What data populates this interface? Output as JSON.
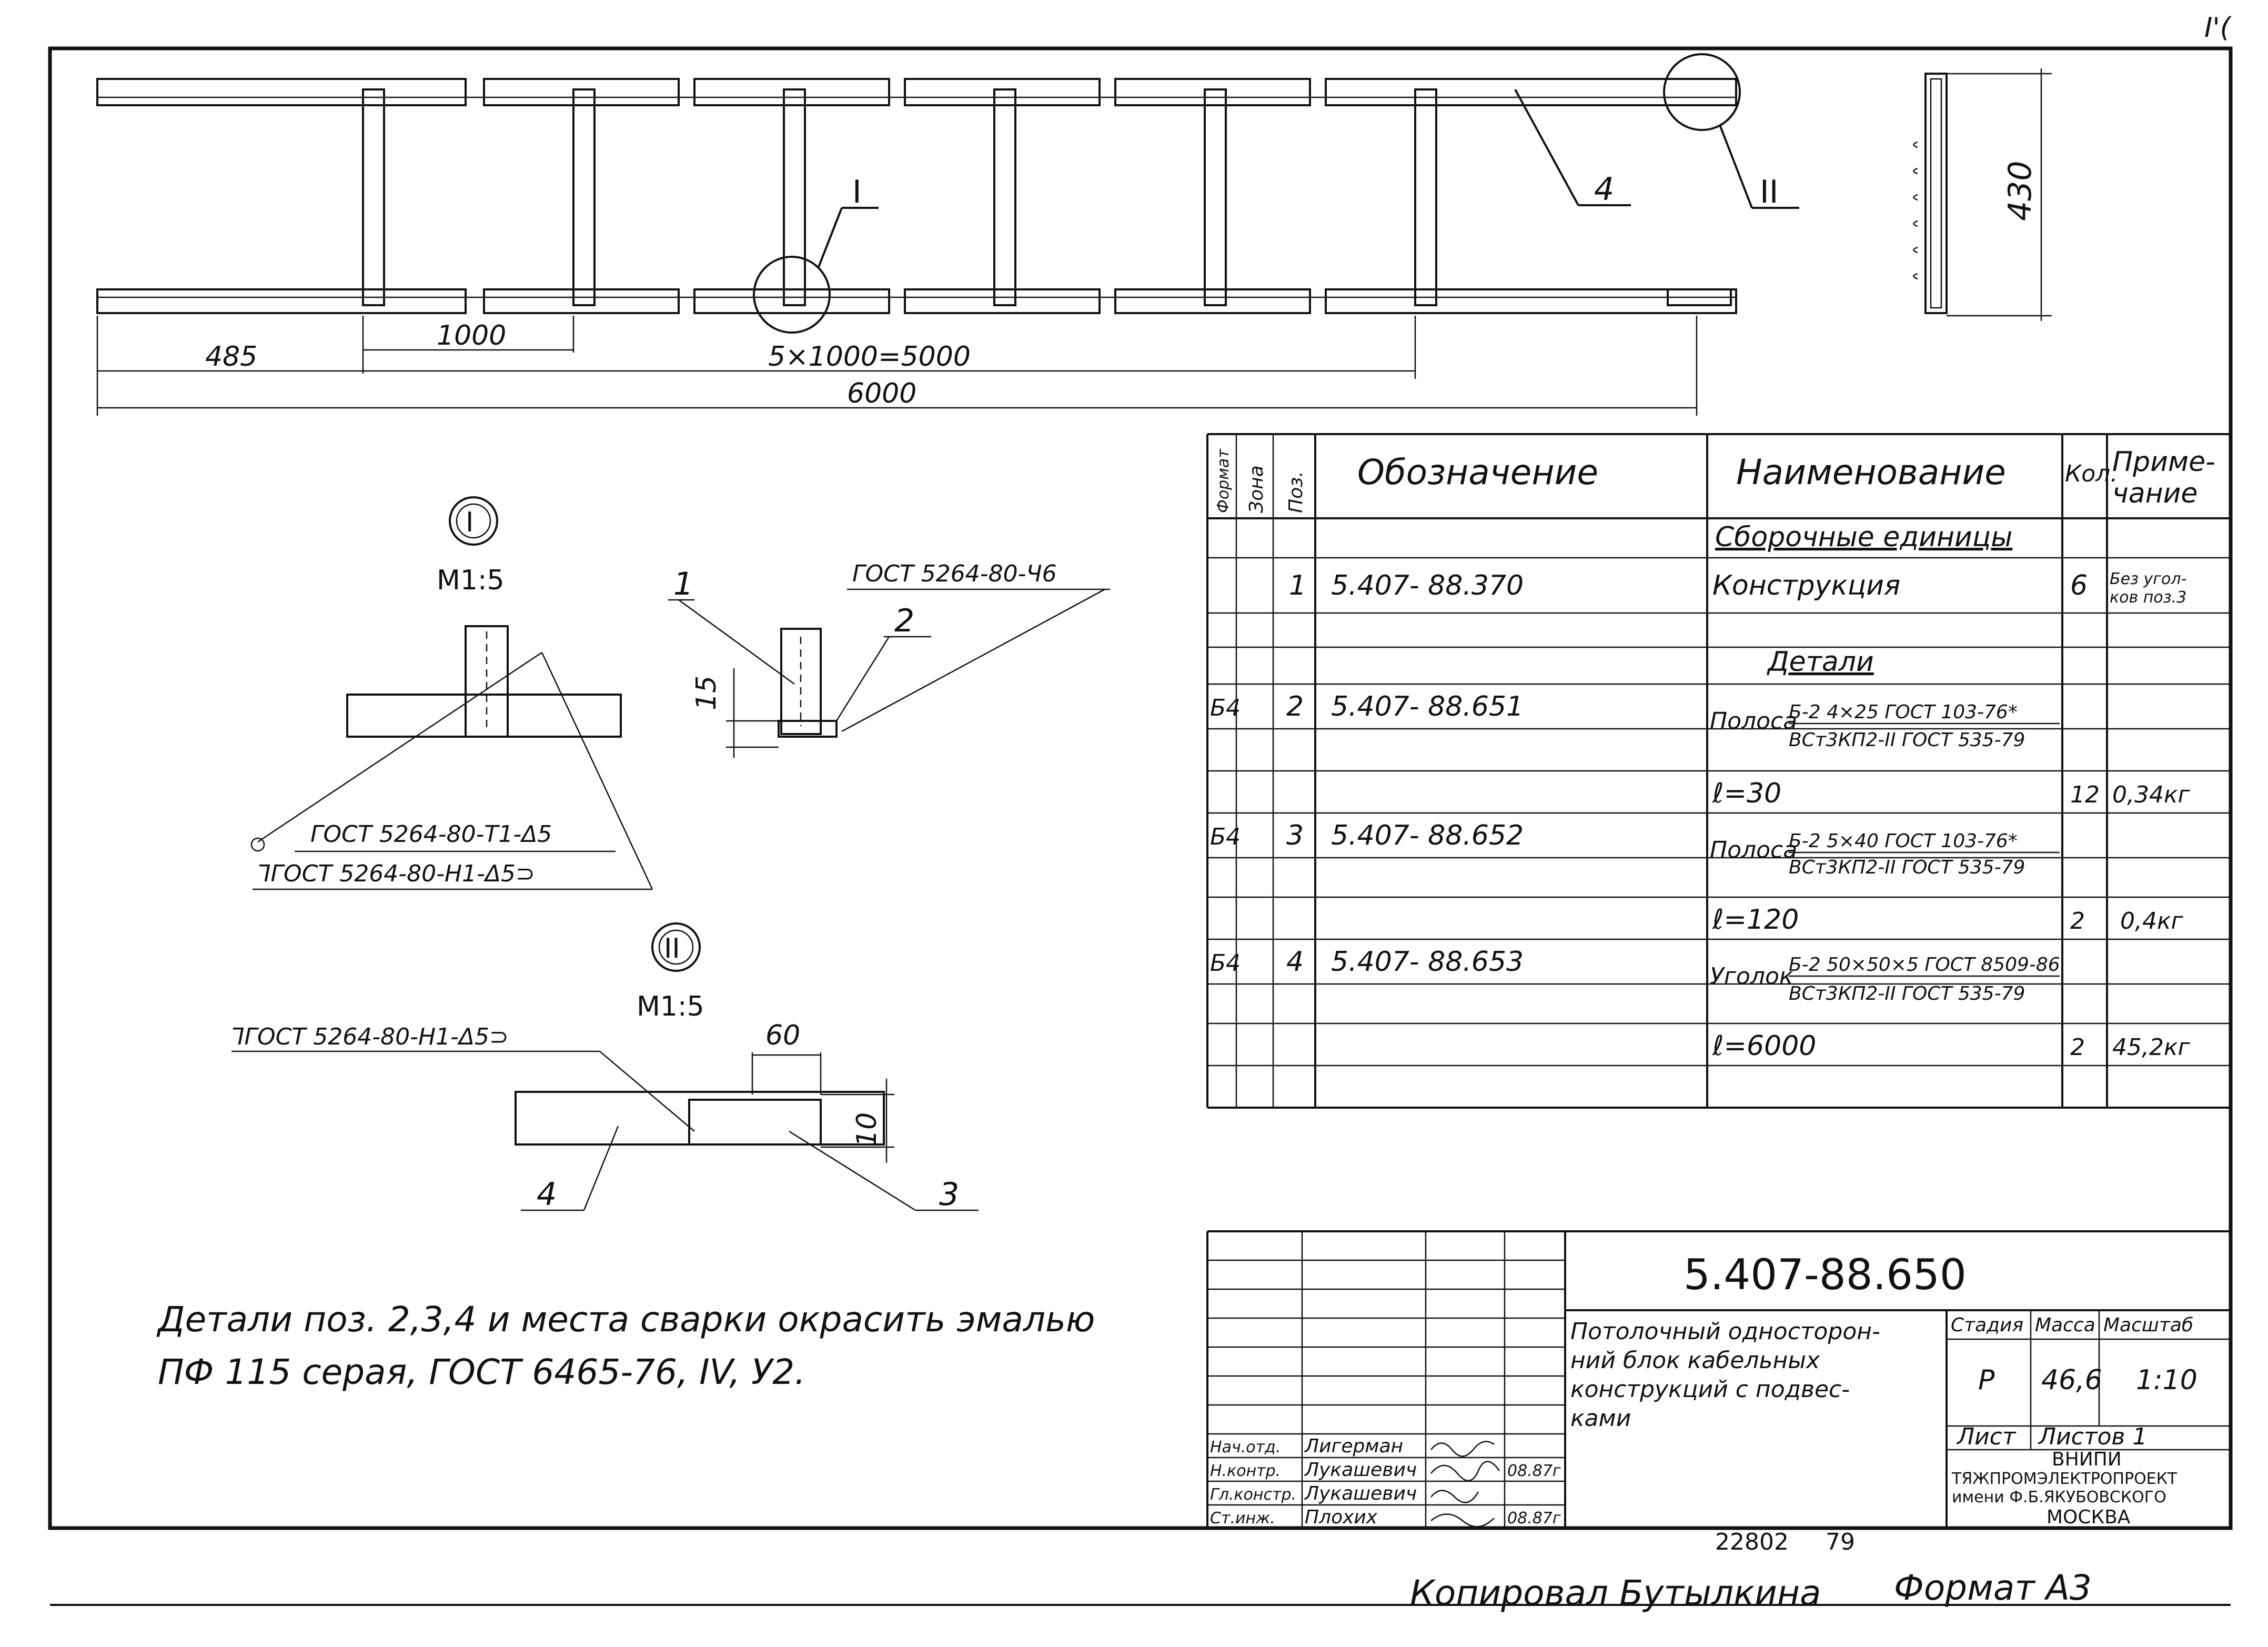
{
  "page_corner": "I'(",
  "plan": {
    "dimensions": {
      "d485": "485",
      "d1000": "1000",
      "d5000": "5×1000=5000",
      "d6000": "6000",
      "d430": "430"
    },
    "callouts": {
      "pos4": "4",
      "view_I": "I",
      "view_II": "II"
    }
  },
  "detail_I": {
    "marker": "I",
    "scale": "М1:5",
    "pos1": "1",
    "pos2": "2",
    "dim15": "15",
    "weld_top": "ГОСТ 5264-80-Ч6",
    "weld_a": "ГОСТ 5264-80-Т1-Δ5",
    "weld_b": "ꓶГОСТ 5264-80-Н1-Δ5⊃"
  },
  "detail_II": {
    "marker": "II",
    "scale": "М1:5",
    "weld": "ꓶГОСТ 5264-80-Н1-Δ5⊃",
    "dim60": "60",
    "dim10": "10",
    "pos4": "4",
    "pos3": "3"
  },
  "note": {
    "line1": "Детали поз. 2,3,4 и места сварки окрасить эмалью",
    "line2": "ПФ 115 серая, ГОСТ 6465-76, IV, У2."
  },
  "spec_table": {
    "headers": {
      "format": "Формат",
      "zone": "Зона",
      "pos": "Поз.",
      "designation": "Обозначение",
      "name": "Наименование",
      "qty": "Кол.",
      "note1": "Приме-",
      "note2": "чание"
    },
    "section_assembly": "Сборочные единицы",
    "section_details": "Детали",
    "rows": [
      {
        "fmt": "",
        "pos": "1",
        "designation": "5.407- 88.370",
        "name": "Конструкция",
        "qty": "6",
        "note1": "Без угол-",
        "note2": "ков поз.3"
      },
      {
        "fmt": "Б4",
        "pos": "2",
        "designation": "5.407- 88.651",
        "name": "Полоса",
        "frac_top": "Б-2 4×25 ГОСТ 103-76*",
        "frac_bot": "ВСт3КП2-II ГОСТ 535-79"
      },
      {
        "name": "ℓ=30",
        "qty": "12",
        "note1": "0,34кг"
      },
      {
        "fmt": "Б4",
        "pos": "3",
        "designation": "5.407- 88.652",
        "name": "Полоса",
        "frac_top": "Б-2 5×40 ГОСТ 103-76*",
        "frac_bot": "ВСт3КП2-II ГОСТ 535-79"
      },
      {
        "name": "ℓ=120",
        "qty": "2",
        "note1": "0,4кг"
      },
      {
        "fmt": "Б4",
        "pos": "4",
        "designation": "5.407- 88.653",
        "name": "Уголок",
        "frac_top": "Б-2 50×50×5 ГОСТ 8509-86",
        "frac_bot": "ВСт3КП2-II ГОСТ 535-79"
      },
      {
        "name": "ℓ=6000",
        "qty": "2",
        "note1": "45,2кг"
      }
    ]
  },
  "title_block": {
    "doc_number": "5.407-88.650",
    "title_lines": [
      "Потолочный односторон-",
      "ний блок кабельных",
      "конструкций с подвес-",
      "ками"
    ],
    "stage_label": "Стадия",
    "mass_label": "Масса",
    "scale_label": "Масштаб",
    "stage": "Р",
    "mass": "46,6",
    "scale": "1:10",
    "sheet_label": "Лист",
    "sheets_label": "Листов 1",
    "org": [
      "ВНИПИ",
      "ТЯЖПРОМЭЛЕКТРОПРОЕКТ",
      "имени Ф.Б.ЯКУБОВСКОГО",
      "МОСКВА"
    ],
    "signers": [
      {
        "role": "Нач.отд.",
        "name": "Лигерман",
        "date": ""
      },
      {
        "role": "Н.контр.",
        "name": "Лукашевич",
        "date": "08.87г"
      },
      {
        "role": "Гл.констр.",
        "name": "Лукашевич",
        "date": ""
      },
      {
        "role": "Ст.инж.",
        "name": "Плохих",
        "date": "08.87г"
      }
    ]
  },
  "below_frame": {
    "inv": "22802",
    "page": "79",
    "copied": "Копировал Бутылкина",
    "format": "Формат А3"
  }
}
